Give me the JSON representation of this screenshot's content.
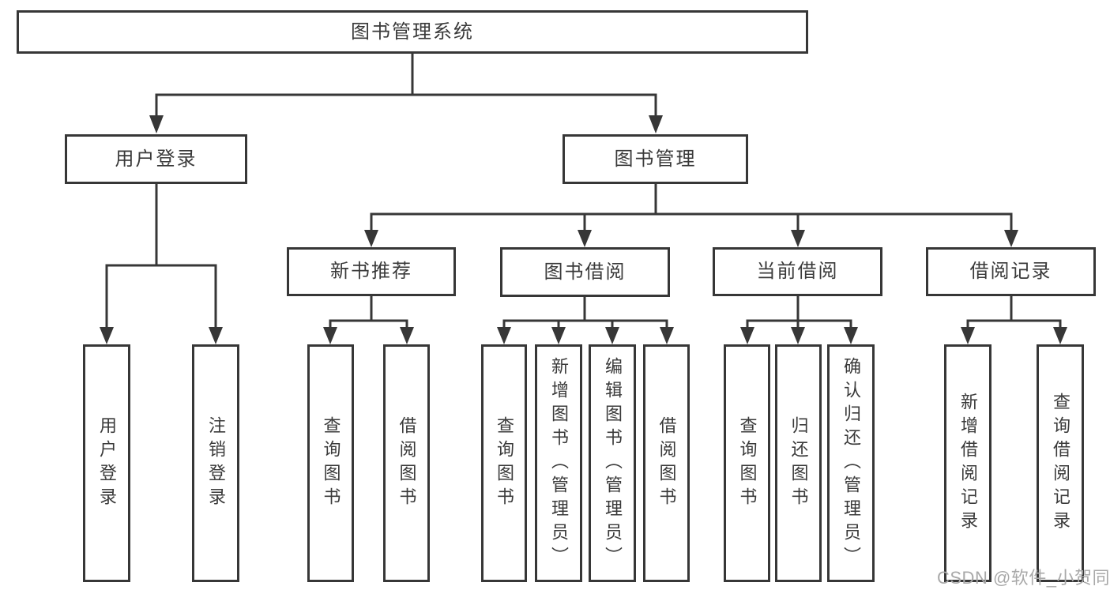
{
  "tree": {
    "root": {
      "label": "图书管理系统"
    },
    "user_branch": {
      "label": "用户登录",
      "children": [
        "用户登录",
        "注销登录"
      ]
    },
    "mgmt_branch": {
      "label": "图书管理",
      "groups": [
        {
          "label": "新书推荐",
          "children": [
            "查询图书",
            "借阅图书"
          ]
        },
        {
          "label": "图书借阅",
          "children": [
            "查询图书",
            "新增图书（管理员）",
            "编辑图书（管理员）",
            "借阅图书"
          ]
        },
        {
          "label": "当前借阅",
          "children": [
            "查询图书",
            "归还图书",
            "确认归还（管理员）"
          ]
        },
        {
          "label": "借阅记录",
          "children": [
            "新增借阅记录",
            "查询借阅记录"
          ]
        }
      ]
    }
  },
  "watermark": "CSDN @软件_小贺同学",
  "colors": {
    "line": "#373737",
    "text": "#3a3a3a",
    "box_bg": "#ffffff",
    "page_bg": "#ffffff",
    "watermark": "#a9a9a9"
  }
}
